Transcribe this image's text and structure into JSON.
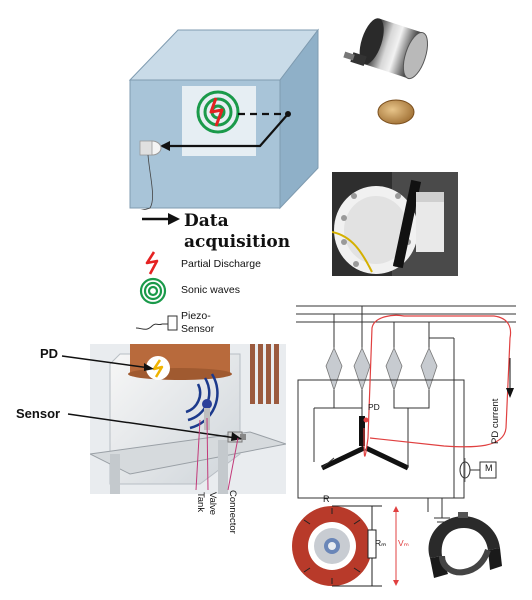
{
  "legend": {
    "data_acquisition": "Data acquisition",
    "partial_discharge": "Partial Discharge",
    "sonic_waves": "Sonic waves",
    "piezo_sensor": "Piezo-\nSensor"
  },
  "transformer_photo": {
    "pd_label": "PD",
    "sensor_label": "Sensor",
    "tank_label": "Tank",
    "valve_label": "Valve",
    "connector_label": "Connector"
  },
  "circuit": {
    "pd_label": "PD",
    "pd_current_label": "PD current",
    "meter_label": "M"
  },
  "current_transformer": {
    "r_label": "R",
    "rm_label": "Rₘ",
    "vm_label": "Vₘ"
  },
  "colors": {
    "tank_front": "#a8c4d8",
    "tank_side": "#8fb0c8",
    "wave_green": "#1a9a4a",
    "pd_red": "#e52222",
    "ct_ring": "#b83a2a",
    "pd_current_line": "#e04040"
  }
}
